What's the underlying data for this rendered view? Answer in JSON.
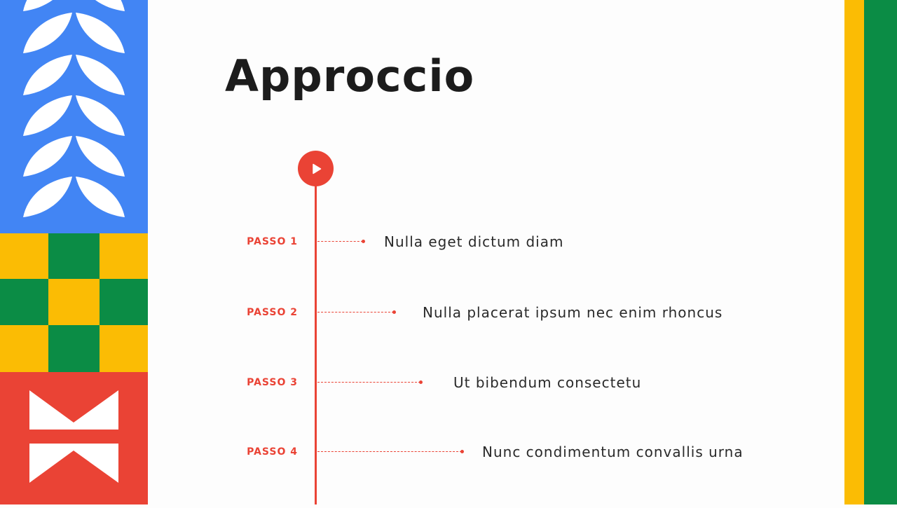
{
  "colors": {
    "blue": "#4285F4",
    "yellow": "#FBBC04",
    "green": "#0B8C45",
    "red": "#EA4335",
    "white": "#FFFFFF",
    "title": "#1C1C1C"
  },
  "title": "Approccio",
  "icons": {
    "play": "play-icon",
    "leaves": "leaf-pattern-icon",
    "bowtie": "bowtie-pattern-icon"
  },
  "steps": [
    {
      "label": "PASSO 1",
      "text": "Nulla eget dictum diam"
    },
    {
      "label": "PASSO 2",
      "text": "Nulla placerat ipsum nec enim rhoncus"
    },
    {
      "label": "PASSO 3",
      "text": "Ut bibendum consectetu"
    },
    {
      "label": "PASSO 4",
      "text": "Nunc condimentum convallis urna"
    }
  ]
}
